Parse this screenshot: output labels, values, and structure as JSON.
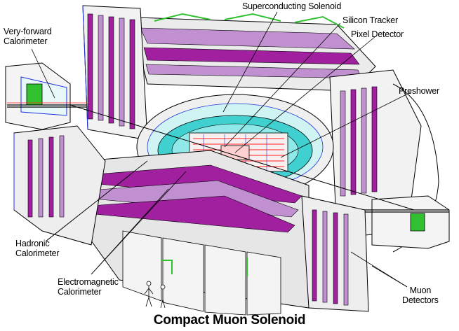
{
  "labels": {
    "superconducting_solenoid": "Superconducting Solenoid",
    "silicon_tracker": "Silicon Tracker",
    "pixel_detector": "Pixel Detector",
    "preshower": "Preshower",
    "very_forward_line1": "Very-forward",
    "very_forward_line2": "Calorimeter",
    "hadronic_line1": "Hadronic",
    "hadronic_line2": "Calorimeter",
    "electromagnetic_line1": "Electromagnetic",
    "electromagnetic_line2": "Calorimeter",
    "muon_line1": "Muon",
    "muon_line2": "Detectors"
  },
  "title": "Compact Muon Solenoid",
  "colors": {
    "muon_chambers": "#a020a0",
    "yoke": "#d8d8d8",
    "outline": "#000000",
    "solenoid": "#f0f0f0",
    "ecal": "#40d0d0",
    "tracker": "#ff2020",
    "green_accent": "#30c030",
    "blue_accent": "#2030e0"
  }
}
